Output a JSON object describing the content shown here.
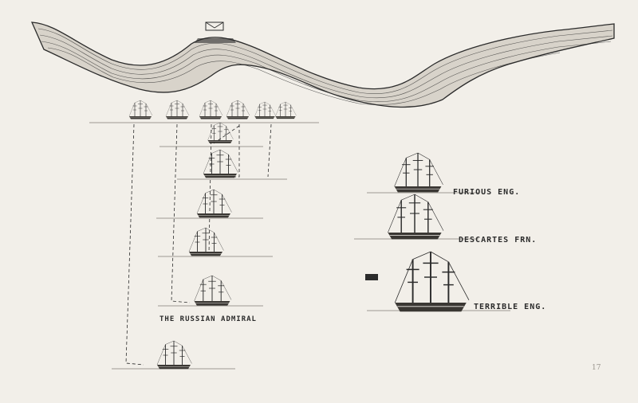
{
  "scene": {
    "background": "#f2efe9",
    "ink": "#2b2b2b"
  },
  "labels": {
    "furious": "FURIOUS ENG.",
    "descartes": "DESCARTES FRN.",
    "terrible": "TERRIBLE ENG.",
    "russian_admiral": "THE RUSSIAN ADMIRAL"
  },
  "page_mark": "17"
}
